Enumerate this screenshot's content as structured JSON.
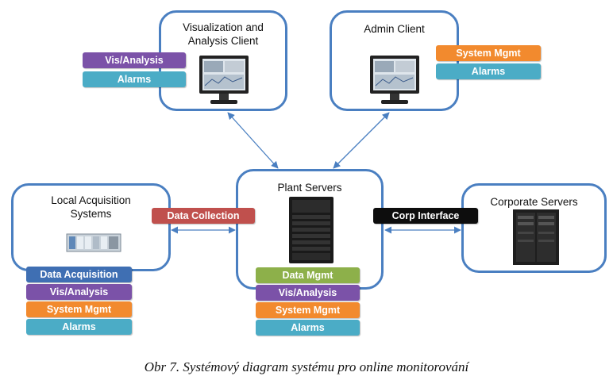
{
  "nodes": {
    "visualization": {
      "title": "Visualization and\nAnalysis Client"
    },
    "admin": {
      "title": "Admin Client"
    },
    "local": {
      "title": "Local Acquisition\nSystems"
    },
    "plant": {
      "title": "Plant Servers"
    },
    "corporate": {
      "title": "Corporate Servers"
    }
  },
  "tags": {
    "vis_analysis": "Vis/Analysis",
    "alarms": "Alarms",
    "system_mgmt": "System Mgmt",
    "data_acquisition": "Data Acquisition",
    "data_mgmt": "Data Mgmt",
    "data_collection": "Data Collection",
    "corp_interface": "Corp Interface"
  },
  "colors": {
    "border": "#4a7fc1",
    "vis_analysis": "#7b52a8",
    "alarms": "#4bacc6",
    "system_mgmt": "#f28a2e",
    "data_acquisition": "#3f6fb3",
    "data_mgmt": "#8db04a",
    "data_collection": "#c0504d",
    "corp_interface": "#0d0d0d"
  },
  "caption": "Obr 7.  Systémový diagram systému pro online monitorování"
}
